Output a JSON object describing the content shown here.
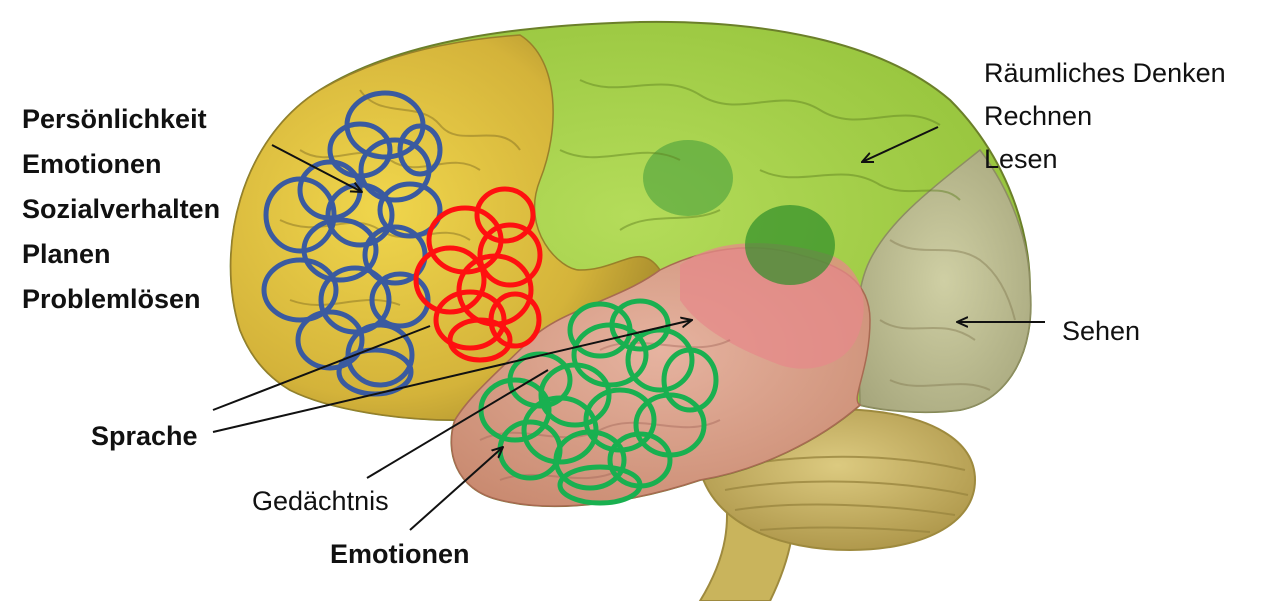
{
  "labels": {
    "frontal": [
      "Persönlichkeit",
      "Emotionen",
      "Sozialverhalten",
      "Planen",
      "Problemlösen"
    ],
    "parietal": [
      "Räumliches Denken",
      "Rechnen",
      "Lesen"
    ],
    "occipital": "Sehen",
    "language": "Sprache",
    "memory": "Gedächtnis",
    "limbic": "Emotionen"
  },
  "colors": {
    "frontal_scribble": "#3a5aa0",
    "broca_scribble": "#ff1010",
    "temporal_scribble": "#19b050",
    "frontal_lobe": "#d9b93a",
    "parietal_lobe": "#9bc63a",
    "occipital_lobe": "#b9bc8e",
    "temporal_lobe": "#d99a82",
    "cerebellum": "#c9b56a"
  }
}
